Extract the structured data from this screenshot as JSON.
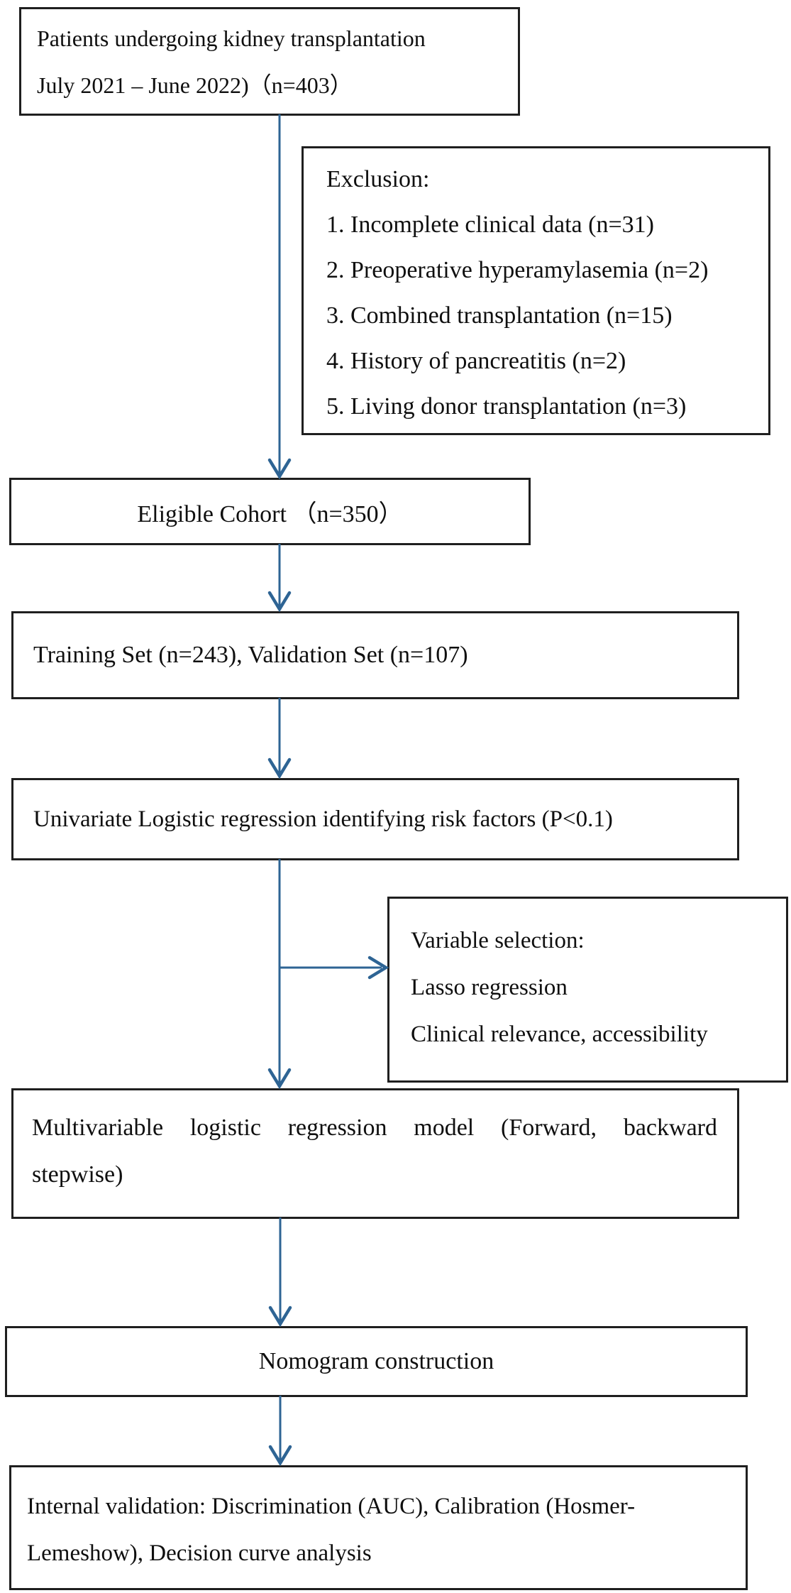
{
  "colors": {
    "arrow": "#2e6494",
    "border": "#1f1f1f",
    "text": "#0f0f0f",
    "background": "#ffffff"
  },
  "flowchart": {
    "patients": {
      "line1": "Patients undergoing kidney transplantation",
      "line2": "July 2021 – June 2022)（n=403）"
    },
    "exclusion": {
      "title": "Exclusion:",
      "items": [
        "1. Incomplete clinical data (n=31)",
        "2. Preoperative hyperamylasemia (n=2)",
        "3. Combined transplantation (n=15)",
        "4. History of pancreatitis (n=2)",
        "5. Living donor transplantation (n=3)"
      ]
    },
    "eligible_cohort": {
      "label": "Eligible Cohort （n=350）"
    },
    "dataset_split": {
      "label": "Training Set (n=243), Validation Set (n=107)"
    },
    "univariate": {
      "label": "Univariate Logistic regression identifying risk factors (P<0.1)"
    },
    "variable_selection": {
      "title": "Variable selection:",
      "items": [
        "Lasso regression",
        "Clinical relevance, accessibility"
      ]
    },
    "multivariable": {
      "line1": "Multivariable logistic regression model (Forward, backward",
      "line2": "stepwise)"
    },
    "nomogram": {
      "label": "Nomogram construction"
    },
    "internal_validation": {
      "line1": "Internal validation: Discrimination (AUC), Calibration (Hosmer-",
      "line2": "Lemeshow), Decision curve analysis"
    }
  }
}
